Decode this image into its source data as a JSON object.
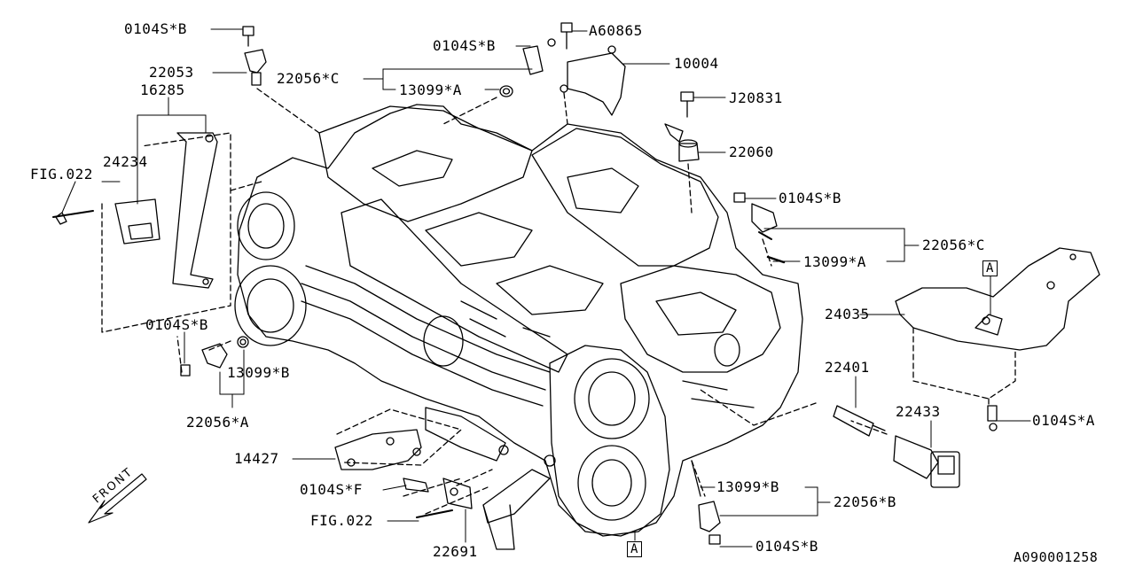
{
  "diagram_id": "A090001258",
  "front_label": "FRONT",
  "labels": {
    "l_0104SB_top": "0104S*B",
    "l_0104SB_mid": "0104S*B",
    "l_A60865": "A60865",
    "l_10004": "10004",
    "l_22053": "22053",
    "l_22056C_top": "22056*C",
    "l_13099A_top": "13099*A",
    "l_16285": "16285",
    "l_J20831": "J20831",
    "l_24234": "24234",
    "l_22060": "22060",
    "l_FIG022_top": "FIG.022",
    "l_0104SB_right": "0104S*B",
    "l_22056C_right": "22056*C",
    "l_13099A_right": "13099*A",
    "l_boxA_right": "A",
    "l_24035": "24035",
    "l_0104SB_left": "0104S*B",
    "l_13099B_left": "13099*B",
    "l_22056A": "22056*A",
    "l_22401": "22401",
    "l_22433": "22433",
    "l_0104SA": "0104S*A",
    "l_14427": "14427",
    "l_0104SF": "0104S*F",
    "l_13099B_bottom": "13099*B",
    "l_22056B": "22056*B",
    "l_FIG022_bottom": "FIG.022",
    "l_0104SB_bottom": "0104S*B",
    "l_22691": "22691",
    "l_boxA_bottom": "A"
  }
}
